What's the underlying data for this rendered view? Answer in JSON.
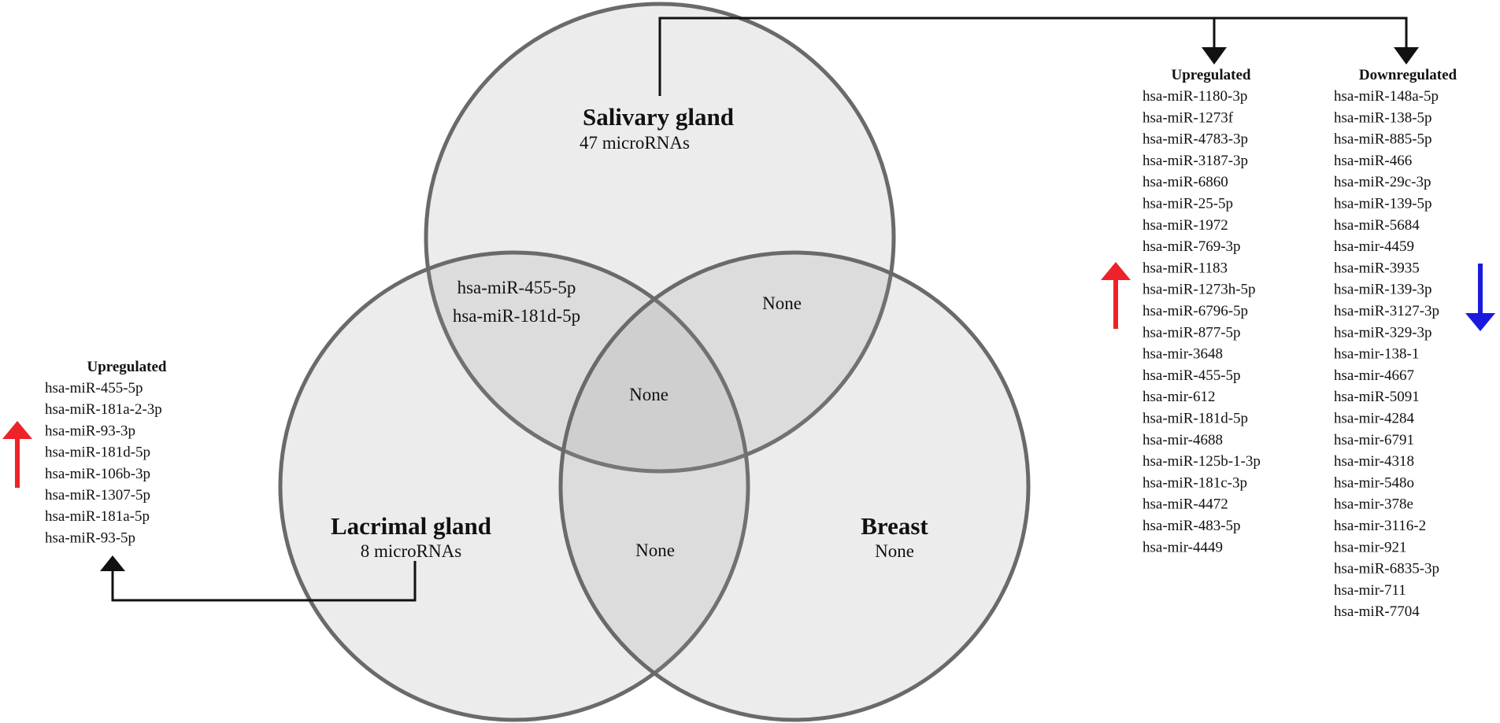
{
  "sets": {
    "salivary": {
      "name": "Salivary gland",
      "count": "47 microRNAs"
    },
    "lacrimal": {
      "name": "Lacrimal gland",
      "count": "8 microRNAs"
    },
    "breast": {
      "name": "Breast",
      "count": "None"
    }
  },
  "intersections": {
    "salivary_lacrimal": [
      "hsa-miR-455-5p",
      "hsa-miR-181d-5p"
    ],
    "salivary_breast": "None",
    "all_three": "None",
    "lacrimal_breast": "None"
  },
  "lacrimal_list": {
    "heading": "Upregulated",
    "arrow_color": "#ee2229",
    "items": [
      "hsa-miR-455-5p",
      "hsa-miR-181a-2-3p",
      "hsa-miR-93-3p",
      "hsa-miR-181d-5p",
      "hsa-miR-106b-3p",
      "hsa-miR-1307-5p",
      "hsa-miR-181a-5p",
      "hsa-miR-93-5p"
    ]
  },
  "salivary_up": {
    "heading": "Upregulated",
    "arrow_color": "#ee2229",
    "items": [
      "hsa-miR-1180-3p",
      "hsa-miR-1273f",
      "hsa-miR-4783-3p",
      "hsa-miR-3187-3p",
      "hsa-miR-6860",
      "hsa-miR-25-5p",
      "hsa-miR-1972",
      "hsa-miR-769-3p",
      "hsa-miR-1183",
      "hsa-miR-1273h-5p",
      "hsa-miR-6796-5p",
      "hsa-miR-877-5p",
      "hsa-mir-3648",
      "hsa-miR-455-5p",
      "hsa-mir-612",
      "hsa-miR-181d-5p",
      "hsa-mir-4688",
      "hsa-miR-125b-1-3p",
      "hsa-miR-181c-3p",
      "hsa-miR-4472",
      "hsa-miR-483-5p",
      "hsa-mir-4449"
    ]
  },
  "salivary_down": {
    "heading": "Downregulated",
    "arrow_color": "#1a1adf",
    "items": [
      "hsa-miR-148a-5p",
      "hsa-miR-138-5p",
      "hsa-miR-885-5p",
      "hsa-miR-466",
      "hsa-miR-29c-3p",
      "hsa-miR-139-5p",
      "hsa-miR-5684",
      "hsa-mir-4459",
      "hsa-miR-3935",
      "hsa-miR-139-3p",
      "hsa-miR-3127-3p",
      "hsa-miR-329-3p",
      "hsa-mir-138-1",
      "hsa-mir-4667",
      "hsa-miR-5091",
      "hsa-mir-4284",
      "hsa-mir-6791",
      "hsa-mir-4318",
      "hsa-mir-548o",
      "hsa-mir-378e",
      "hsa-mir-3116-2",
      "hsa-mir-921",
      "hsa-miR-6835-3p",
      "hsa-mir-711",
      "hsa-miR-7704"
    ]
  }
}
